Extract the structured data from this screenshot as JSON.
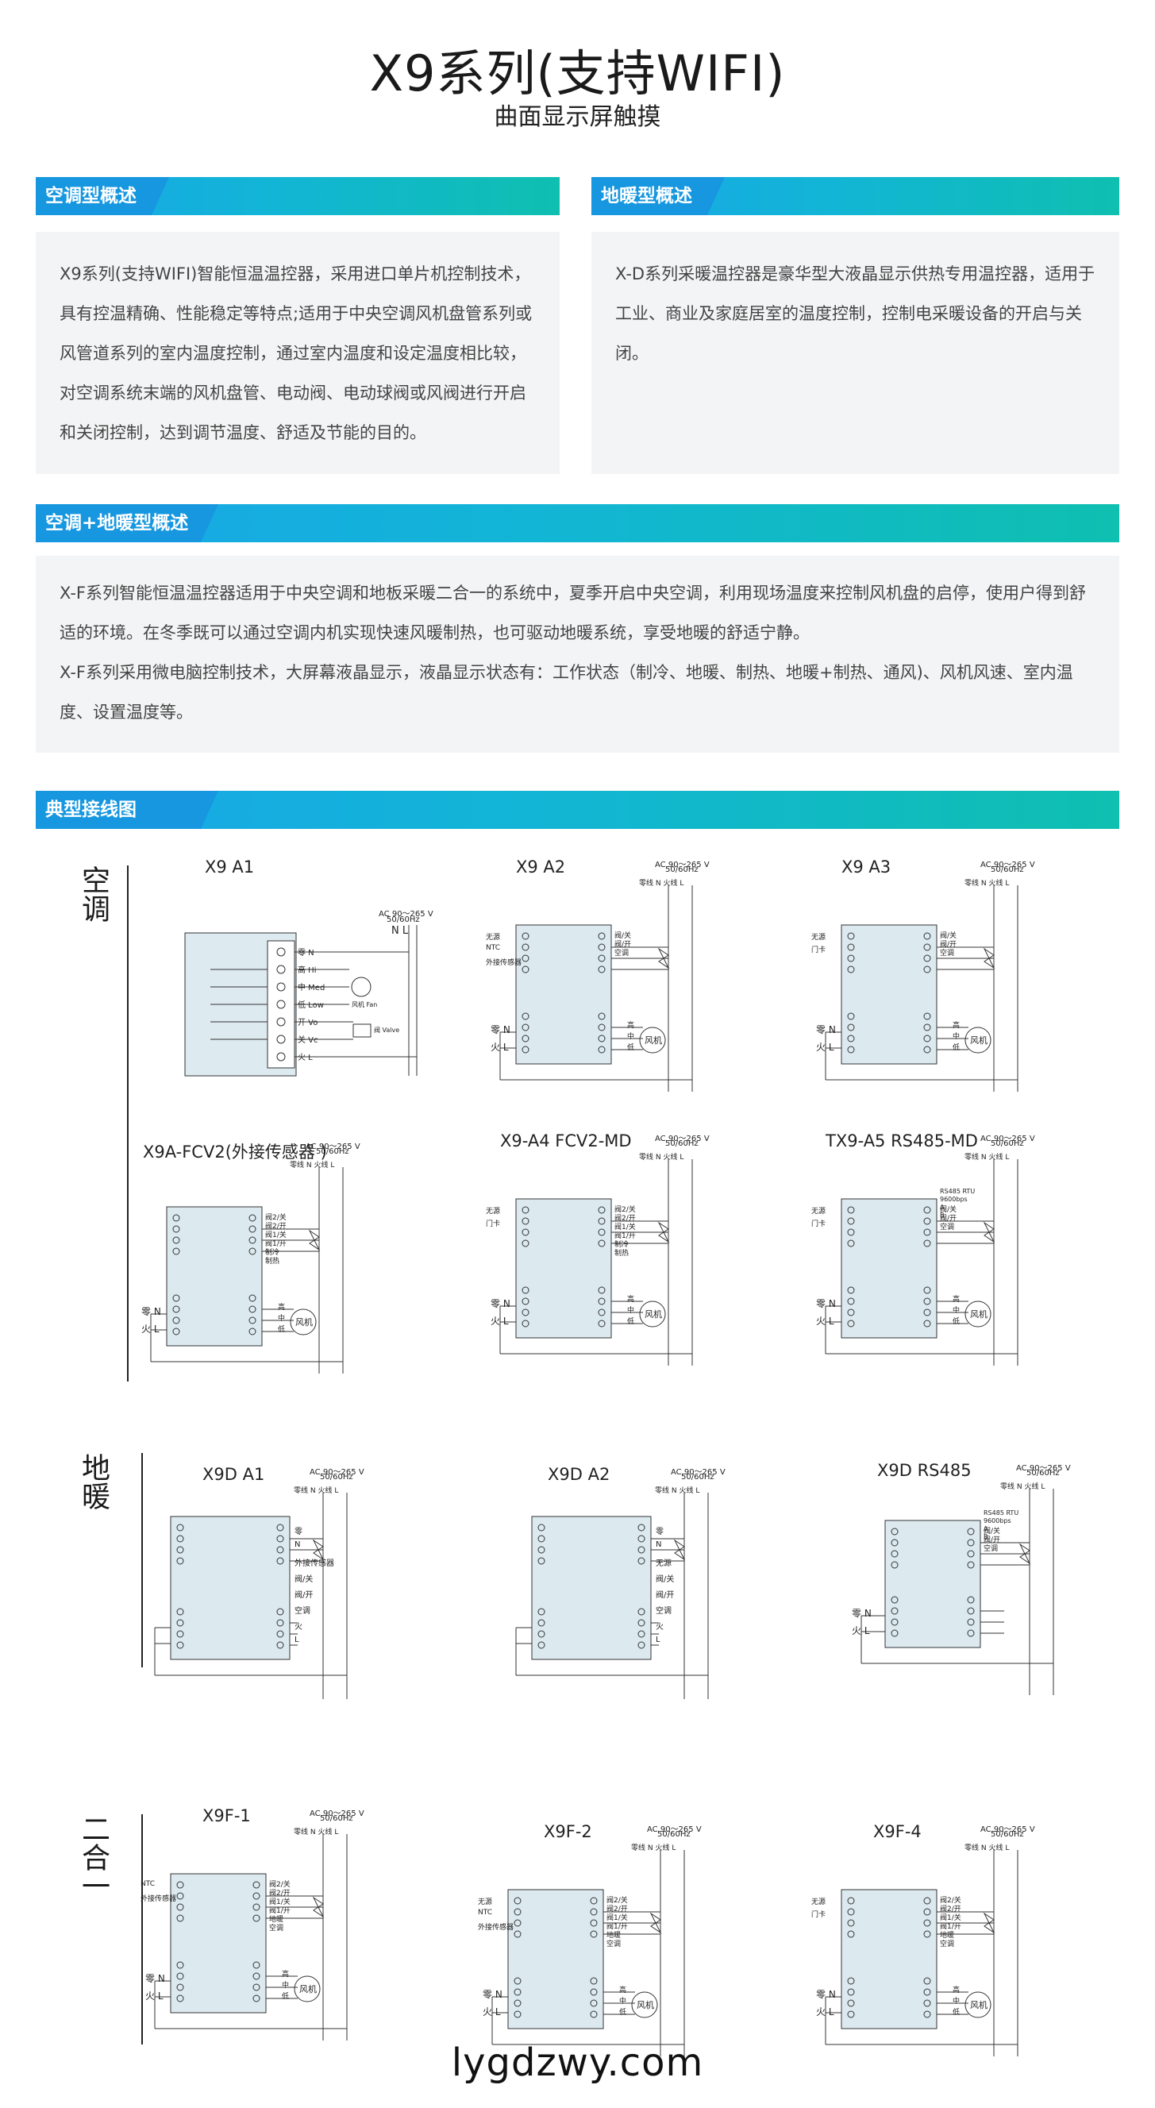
{
  "header": {
    "title": "X9系列(支持WIFI)",
    "subtitle": "曲面显示屏触摸"
  },
  "sections": {
    "ac": {
      "label": "空调型概述",
      "text": "X9系列(支持WIFI)智能恒温温控器，采用进口单片机控制技术，具有控温精确、性能稳定等特点;适用于中央空调风机盘管系列或风管道系列的室内温度控制，通过室内温度和设定温度相比较，对空调系统末端的风机盘管、电动阀、电动球阀或风阀进行开启和关闭控制，达到调节温度、舒适及节能的目的。"
    },
    "floor": {
      "label": "地暖型概述",
      "text": "X-D系列采暖温控器是豪华型大液晶显示供热专用温控器，适用于工业、商业及家庭居室的温度控制，控制电采暖设备的开启与关闭。"
    },
    "combo": {
      "label": "空调+地暖型概述",
      "text1": "X-F系列智能恒温温控器适用于中央空调和地板采暖二合一的系统中，夏季开启中央空调，利用现场温度来控制风机盘的启停，使用户得到舒适的环境。在冬季既可以通过空调内机实现快速风暖制热，也可驱动地暖系统，享受地暖的舒适宁静。",
      "text2": "X-F系列采用微电脑控制技术，大屏幕液晶显示，液晶显示状态有：工作状态（制冷、地暖、制热、地暖+制热、通风)、风机风速、室内温度、设置温度等。"
    },
    "wiring": {
      "label": "典型接线图"
    }
  },
  "groups": {
    "ac": "空调",
    "floor": "地暖",
    "combo": "二合一"
  },
  "diagrams": {
    "a1": {
      "name": "X9  A1",
      "power": "AC 90～265 V",
      "freq": "50/60Hz",
      "nl": "N  L",
      "terms": [
        "零 N",
        "高 Hi",
        "中 Med",
        "低 Low",
        "开 Vo",
        "关 Vc",
        "火 L"
      ],
      "fan": "风机 Fan",
      "valve": "阀 Valve"
    },
    "a2": {
      "name": "X9  A2",
      "power": "AC 90～265 V",
      "freq": "50/60Hz",
      "lines": "零线 N    火线 L",
      "left": [
        "无源",
        "NTC",
        "外接传感器"
      ],
      "mid": [
        "阀/关",
        "阀/开",
        "空调"
      ],
      "bottom": [
        "零 N",
        "火 L"
      ],
      "speed": [
        "高",
        "中",
        "低"
      ],
      "fan": "风机"
    },
    "a3": {
      "name": "X9  A3",
      "power": "AC 90～265 V",
      "freq": "50/60Hz",
      "lines": "零线 N    火线 L",
      "left": [
        "无源",
        "门卡"
      ],
      "mid": [
        "阀/关",
        "阀/开",
        "空调"
      ],
      "bottom": [
        "零 N",
        "火 L"
      ],
      "speed": [
        "高",
        "中",
        "低"
      ],
      "fan": "风机"
    },
    "fcv2": {
      "name": "X9A-FCV2(外接传感器 )",
      "power": "AC 90～265 V",
      "freq": "50/60Hz",
      "lines": "零线 N    火线 L",
      "mid": [
        "阀2/关",
        "阀2/开",
        "阀1/关",
        "阀1/开",
        "制冷",
        "制热"
      ],
      "bottom": [
        "零 N",
        "火 L"
      ],
      "speed": [
        "高",
        "中",
        "低"
      ],
      "fan": "风机"
    },
    "a4": {
      "name": "X9-A4 FCV2-MD",
      "power": "AC 90～265 V",
      "freq": "50/60Hz",
      "lines": "零线 N    火线 L",
      "left": [
        "无源",
        "门卡"
      ],
      "mid": [
        "阀2/关",
        "阀2/开",
        "阀1/关",
        "阀1/开",
        "制冷",
        "制热"
      ],
      "bottom": [
        "零 N",
        "火 L"
      ],
      "speed": [
        "高",
        "中",
        "低"
      ],
      "fan": "风机"
    },
    "a5": {
      "name": "TX9-A5 RS485-MD",
      "power": "AC 90～265 V",
      "freq": "50/60Hz",
      "lines": "零线 N    火线 L",
      "left": [
        "无源",
        "门卡"
      ],
      "rs": [
        "RS485  RTU",
        "9600bps",
        "A",
        "B"
      ],
      "mid": [
        "阀/关",
        "阀/开",
        "空调"
      ],
      "bottom": [
        "零 N",
        "火 L"
      ],
      "speed": [
        "高",
        "中",
        "低"
      ],
      "fan": "风机"
    },
    "d1": {
      "name": "X9D  A1",
      "power": "AC 90～265 V",
      "freq": "50/60Hz",
      "lines": "零线 N    火线 L",
      "terms": [
        "零",
        "N",
        "外接传感器",
        "阀/关",
        "阀/开",
        "空调",
        "火",
        "L"
      ]
    },
    "d2": {
      "name": "X9D  A2",
      "power": "AC 90～265 V",
      "freq": "50/60Hz",
      "lines": "零线 N    火线 L",
      "terms": [
        "零",
        "N",
        "无源",
        "阀/关",
        "阀/开",
        "空调",
        "火",
        "L"
      ]
    },
    "d3": {
      "name": "X9D  RS485",
      "power": "AC 90～265 V",
      "freq": "50/60Hz",
      "lines": "零线 N    火线 L",
      "rs": [
        "RS485  RTU",
        "9600bps",
        "A",
        "B"
      ],
      "mid": [
        "阀/关",
        "阀/开",
        "空调"
      ],
      "bottom": [
        "零 N",
        "火 L"
      ]
    },
    "f1": {
      "name": "X9F-1",
      "power": "AC 90～265 V",
      "freq": "50/60Hz",
      "lines": "零线 N    火线 L",
      "left": [
        "NTC",
        "外接传感器"
      ],
      "mid": [
        "阀2/关",
        "阀2/开",
        "阀1/关",
        "阀1/开",
        "地暖",
        "空调"
      ],
      "bottom": [
        "零 N",
        "火 L"
      ],
      "speed": [
        "高",
        "中",
        "低"
      ],
      "fan": "风机"
    },
    "f2": {
      "name": "X9F-2",
      "power": "AC 90～265 V",
      "freq": "50/60Hz",
      "lines": "零线 N    火线 L",
      "left": [
        "无源",
        "NTC",
        "外接传感器"
      ],
      "mid": [
        "阀2/关",
        "阀2/开",
        "阀1/关",
        "阀1/开",
        "地暖",
        "空调"
      ],
      "bottom": [
        "零 N",
        "火 L"
      ],
      "speed": [
        "高",
        "中",
        "低"
      ],
      "fan": "风机"
    },
    "f4": {
      "name": "X9F-4",
      "power": "AC 90～265 V",
      "freq": "50/60Hz",
      "lines": "零线 N    火线 L",
      "left": [
        "无源",
        "门卡"
      ],
      "mid": [
        "阀2/关",
        "阀2/开",
        "阀1/关",
        "阀1/开",
        "地暖",
        "空调"
      ],
      "bottom": [
        "零 N",
        "火 L"
      ],
      "speed": [
        "高",
        "中",
        "低"
      ],
      "fan": "风机"
    }
  },
  "footer": {
    "url": "lygdzwy.com"
  },
  "colors": {
    "accent": "#1697e0",
    "gradient_end": "#0fbfb0",
    "box_bg": "#f3f4f5"
  }
}
